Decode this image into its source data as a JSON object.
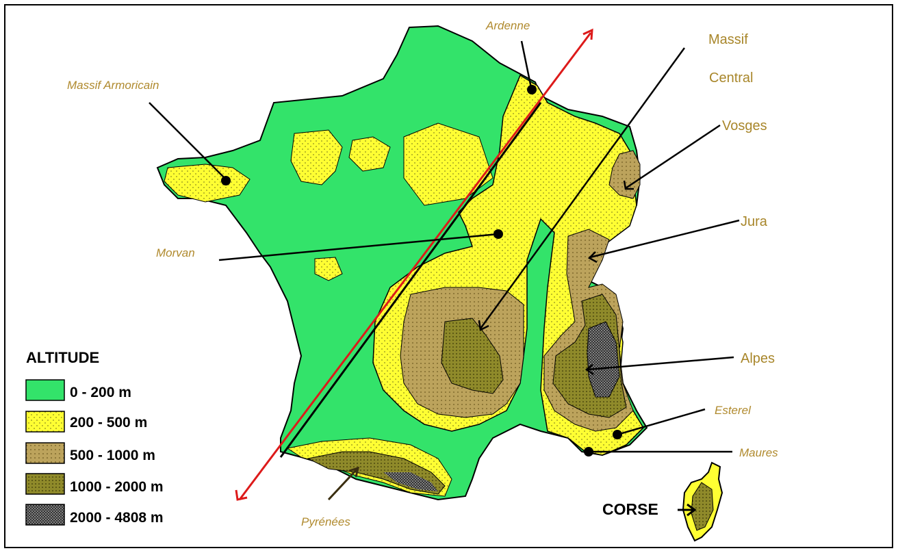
{
  "colors": {
    "low": "#33e36a",
    "mid": "#ffff33",
    "high": "#bca35c",
    "higher": "#8f8a2a",
    "highest": "#1a1a1a",
    "label": "#b08a2e",
    "axis_arrow": "#dd1a1a"
  },
  "labels": {
    "ardenne": "Ardenne",
    "massif_armoricain": "Massif  Armoricain",
    "massif": "Massif",
    "central": "Central",
    "vosges": "Vosges",
    "jura": "Jura",
    "morvan": "Morvan",
    "alpes": "Alpes",
    "esterel": "Esterel",
    "maures": "Maures",
    "pyrenees": "Pyrénées",
    "corse": "CORSE"
  },
  "legend": {
    "title": "ALTITUDE",
    "items": [
      {
        "label": "0 - 200 m",
        "color": "#33e36a"
      },
      {
        "label": "200 - 500 m",
        "color": "#ffff33"
      },
      {
        "label": "500 - 1000 m",
        "color": "#bca35c"
      },
      {
        "label": "1000 - 2000 m",
        "color": "#8f8a2a"
      },
      {
        "label": "2000 - 4808 m",
        "color": "#1a1a1a"
      }
    ]
  }
}
